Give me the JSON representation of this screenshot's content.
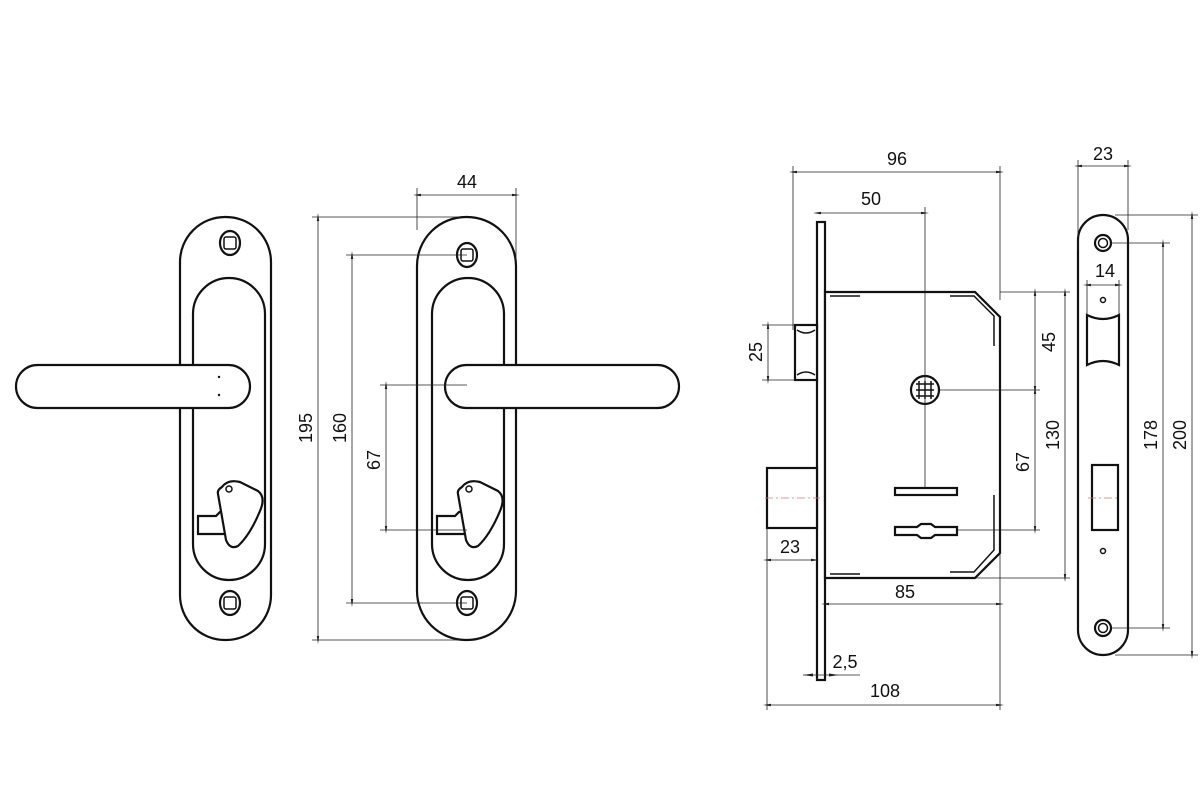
{
  "dimensions": {
    "handle_plate_height": "195",
    "handle_screw_spacing": "160",
    "handle_to_key_distance": "67",
    "handle_plate_width": "44",
    "lock_total_depth": "96",
    "backset": "50",
    "latch_height": "25",
    "follower_from_top": "45",
    "follower_to_key": "67",
    "lock_body_height": "130",
    "bolt_projection": "23",
    "lock_body_depth": "85",
    "faceplate_thickness": "2,5",
    "overall_depth": "108",
    "faceplate_width": "23",
    "latch_opening_width": "14",
    "faceplate_screw_spacing": "178",
    "faceplate_height": "200"
  }
}
